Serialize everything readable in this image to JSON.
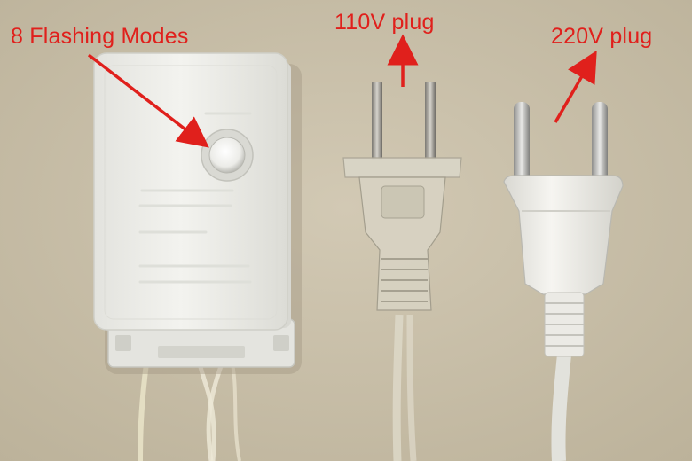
{
  "annotations": {
    "flashing_modes": "8 Flashing Modes",
    "plug_110v": "110V plug",
    "plug_220v": "220V plug"
  },
  "colors": {
    "annotation": "#e0201c",
    "background": "#c9bfa9",
    "controller_body": "#eeeeea",
    "clear_plug": "#dcd8cc",
    "euro_plug": "#f1f0ec"
  },
  "objects": [
    "controller-box-icon",
    "us-plug-icon",
    "euro-plug-icon"
  ]
}
